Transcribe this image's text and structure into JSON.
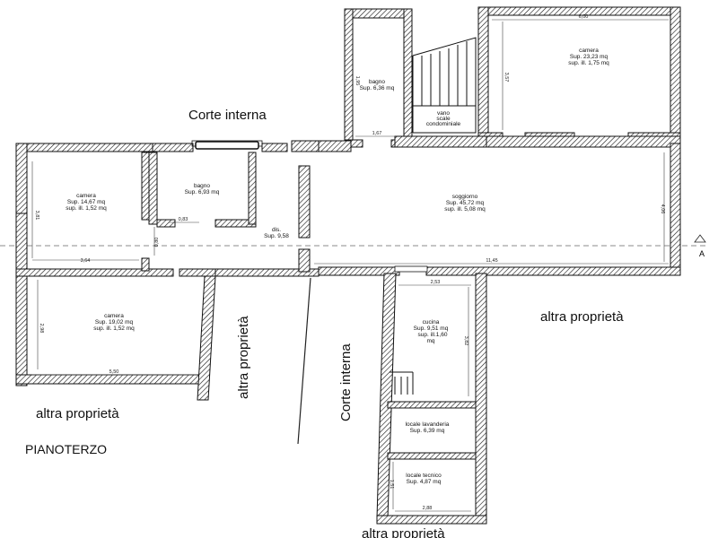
{
  "labels": {
    "corte_interna_top": "Corte interna",
    "corte_interna_vertical": "Corte interna",
    "altra_proprieta_left_bottom": "altra proprietà",
    "altra_proprieta_vertical": "altra proprietà",
    "altra_proprieta_right": "altra proprietà",
    "altra_proprieta_bottom": "altra proprietà",
    "floor_name": "PIANOTERZO",
    "section_marker_right": "A"
  },
  "rooms": {
    "camera_top_right": {
      "name": "camera",
      "sup": "Sup. 23,23 mq",
      "sup_ill": "sup. ill. 1,75 mq"
    },
    "bagno_top": {
      "name": "bagno",
      "sup": "Sup. 6,36 mq"
    },
    "vano_scale": {
      "l1": "vano",
      "l2": "scale",
      "l3": "condominiale"
    },
    "camera_left_top": {
      "name": "camera",
      "sup": "Sup. 14,67 mq",
      "sup_ill": "sup. ill. 1,52 mq"
    },
    "bagno_mid": {
      "name": "bagno",
      "sup": "Sup. 6,93 mq"
    },
    "dis": {
      "name": "dis.",
      "sup": "Sup. 9,58"
    },
    "soggiorno": {
      "name": "soggiorno",
      "sup": "Sup. 45,72 mq",
      "sup_ill": "sup. ill. 5,08 mq"
    },
    "camera_left_bottom": {
      "name": "camera",
      "sup": "Sup. 19,02 mq",
      "sup_ill": "sup. ill. 1,52 mq"
    },
    "cucina": {
      "name": "cucina",
      "sup": "Sup. 9,51 mq",
      "sup_ill": "sup. ill.1,60",
      "unit": "mq"
    },
    "locale_lavanderia": {
      "name": "locale lavanderia",
      "sup": "Sup. 6,39 mq"
    },
    "locale_tecnico": {
      "name": "locale tecnico",
      "sup": "Sup. 4,87 mq"
    }
  },
  "dimensions": {
    "d_600": "6,00",
    "d_357": "3,57",
    "d_195": "1,95",
    "d_167": "1,67",
    "d_381": "3,81",
    "d_364": "3,64",
    "d_083": "0,83",
    "d_080": "0,80",
    "d_406": "4,06",
    "d_1145": "11,45",
    "d_298": "2,98",
    "d_550": "5,50",
    "d_253": "2,53",
    "d_382": "3,82",
    "d_151": "1,51",
    "d_288": "2,88"
  }
}
